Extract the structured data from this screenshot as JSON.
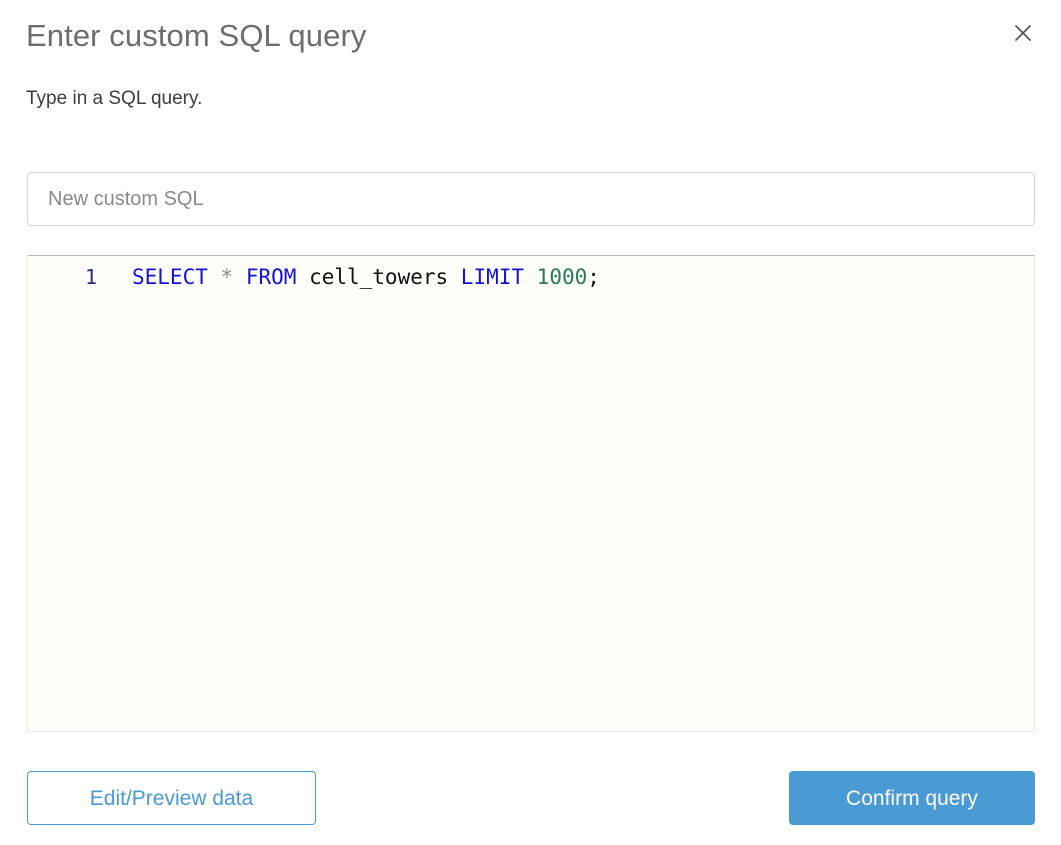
{
  "dialog": {
    "title": "Enter custom SQL query",
    "subtitle": "Type in a SQL query.",
    "close_icon": "close-icon"
  },
  "name_field": {
    "value": "",
    "placeholder": "New custom SQL"
  },
  "editor": {
    "line_number": "1",
    "tokens": [
      {
        "text": "SELECT",
        "type": "keyword"
      },
      {
        "text": " ",
        "type": "plain"
      },
      {
        "text": "*",
        "type": "operator"
      },
      {
        "text": " ",
        "type": "plain"
      },
      {
        "text": "FROM",
        "type": "keyword"
      },
      {
        "text": " ",
        "type": "plain"
      },
      {
        "text": "cell_towers",
        "type": "ident"
      },
      {
        "text": " ",
        "type": "plain"
      },
      {
        "text": "LIMIT",
        "type": "keyword"
      },
      {
        "text": " ",
        "type": "plain"
      },
      {
        "text": "1000",
        "type": "number"
      },
      {
        "text": ";",
        "type": "punct"
      }
    ],
    "query_text": "SELECT * FROM cell_towers LIMIT 1000;",
    "keyword_color": "#1414d6",
    "number_color": "#2b7a55",
    "identifier_color": "#111111",
    "operator_color": "#8c8c8c",
    "line_number_color": "#21356b",
    "background_color": "#fefefb"
  },
  "footer": {
    "secondary_label": "Edit/Preview data",
    "primary_label": "Confirm query",
    "accent_color": "#4a9ad4"
  }
}
